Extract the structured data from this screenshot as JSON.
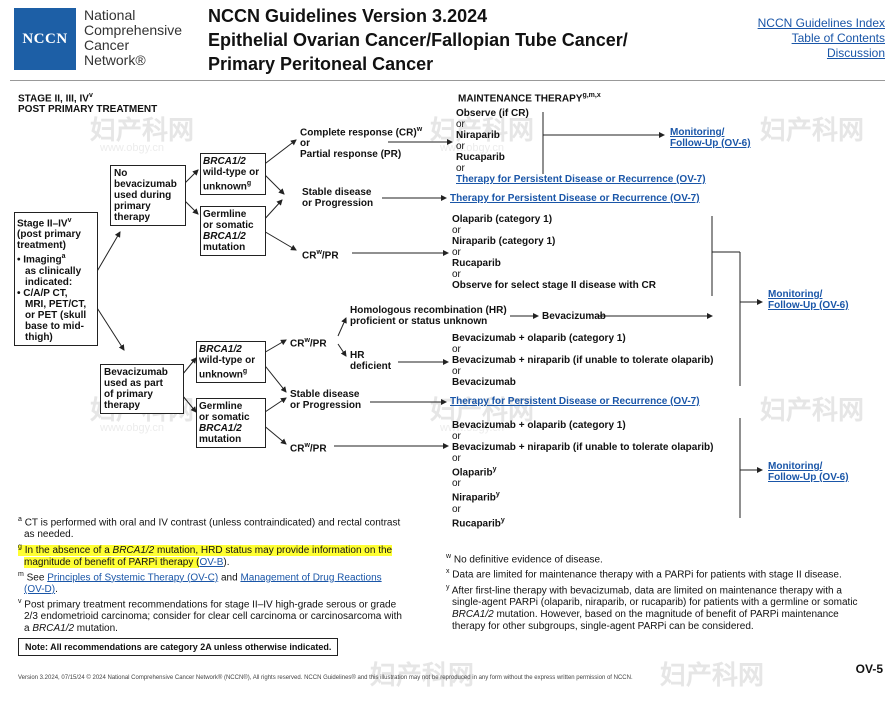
{
  "header": {
    "logo_abbrev": "NCCN",
    "logo_name": [
      "National",
      "Comprehensive",
      "Cancer",
      "Network®"
    ],
    "title_lines": [
      "NCCN Guidelines Version 3.2024",
      "Epithelial Ovarian Cancer/Fallopian Tube Cancer/",
      "Primary Peritoneal Cancer"
    ],
    "nav_links": [
      "NCCN Guidelines Index",
      "Table of Contents",
      "Discussion"
    ]
  },
  "section_headers": {
    "stage_line1": "STAGE II, III, IV",
    "stage_sup": "v",
    "stage_line2": "POST PRIMARY TREATMENT",
    "maint": "MAINTENANCE THERAPY",
    "maint_sup": "g,m,x"
  },
  "watermark": {
    "cn": "妇产科网",
    "url": "www.obgy.cn"
  },
  "diagram": {
    "stage_box": {
      "line1": "Stage II–IV",
      "line1_sup": "v",
      "lines": [
        "(post primary",
        "treatment)",
        "• Imaging",
        "as clinically",
        "indicated:",
        "• C/A/P CT,",
        "MRI, PET/CT,",
        "or PET (skull",
        "base to mid-",
        "thigh)"
      ],
      "imaging_sup": "a"
    },
    "no_bev": [
      "No",
      "bevacizumab",
      "used during",
      "primary",
      "therapy"
    ],
    "bev": [
      "Bevacizumab",
      "used as part",
      "of primary",
      "therapy"
    ],
    "wt1": {
      "l1": "BRCA1/2",
      "l2": "wild-type or",
      "l3": "unknown",
      "sup": "g"
    },
    "germ1": {
      "l1": "Germline",
      "l2": "or somatic",
      "l3": "BRCA1/2",
      "l4": "mutation"
    },
    "wt2": {
      "l1": "BRCA1/2",
      "l2": "wild-type or",
      "l3": "unknown",
      "sup": "g"
    },
    "germ2": {
      "l1": "Germline",
      "l2": "or somatic",
      "l3": "BRCA1/2",
      "l4": "mutation"
    },
    "cr_pr": {
      "l1": "Complete response (CR)",
      "sup": "w",
      "l2": "or",
      "l3": "Partial response (PR)"
    },
    "stable1": [
      "Stable disease",
      "or Progression"
    ],
    "crpr1": "CR",
    "crpr_sup": "w",
    "crpr_rest": "/PR",
    "crpr2": "CR",
    "crpr3": "CR",
    "stable2": [
      "Stable disease",
      "or Progression"
    ],
    "hr_prof": [
      "Homologous recombination (HR)",
      "proficient or status unknown"
    ],
    "hr_def": [
      "HR",
      "deficient"
    ],
    "opt1": [
      "Observe (if CR)",
      "or",
      "Niraparib",
      "or",
      "Rucaparib",
      "or"
    ],
    "opt1_link": "Therapy for Persistent Disease or Recurrence (OV-7)",
    "stable1_link": "Therapy for Persistent Disease or Recurrence (OV-7)",
    "opt2": [
      "Olaparib (category 1)",
      "or",
      "Niraparib (category 1)",
      "or",
      "Rucaparib",
      "or",
      "Observe for select stage II disease with CR"
    ],
    "bev_only": "Bevacizumab",
    "opt3": [
      "Bevacizumab + olaparib (category 1)",
      "or",
      "Bevacizumab + niraparib (if unable to tolerate olaparib)",
      "or",
      "Bevacizumab"
    ],
    "stable2_link": "Therapy for Persistent Disease or Recurrence (OV-7)",
    "opt4": [
      "Bevacizumab + olaparib (category 1)",
      "or",
      "Bevacizumab + niraparib (if unable to tolerate olaparib)",
      "or",
      "Olaparib",
      "or",
      "Niraparib",
      "or",
      "Rucaparib"
    ],
    "opt4_sup": "y",
    "monitor": [
      "Monitoring/",
      "Follow-Up (OV-6)"
    ]
  },
  "footnotes": {
    "a": {
      "mark": "a",
      "text1": "CT is performed with oral and IV contrast (unless contraindicated) and rectal contrast",
      "text2": "as needed."
    },
    "g": {
      "mark": "g",
      "pre": "In the absence of a ",
      "ital": "BRCA1/2",
      "post": " mutation, HRD status may provide information on the",
      "line2": "magnitude of benefit of PARPi therapy (",
      "link": "OV-B",
      "end": ")."
    },
    "m": {
      "mark": "m",
      "pre": "See ",
      "link1": "Principles of Systemic Therapy (OV-C)",
      "mid": " and ",
      "link2": "Management of Drug Reactions",
      "link3": "(OV-D)",
      "end": "."
    },
    "v": {
      "mark": "v",
      "lines": [
        "Post primary treatment recommendations for stage II–IV high-grade serous or grade",
        "2/3 endometrioid carcinoma; consider for clear cell carcinoma or carcinosarcoma with"
      ],
      "l3_pre": "a ",
      "l3_ital": "BRCA1/2",
      "l3_post": " mutation."
    },
    "w": {
      "mark": "w",
      "text": "No definitive evidence of disease."
    },
    "x": {
      "mark": "x",
      "text": "Data are limited for maintenance therapy with a PARPi for patients with stage II disease."
    },
    "y": {
      "mark": "y",
      "lines": [
        "After first-line therapy with bevacizumab, data are limited on maintenance therapy with a",
        "single-agent PARPi (olaparib, niraparib, or rucaparib) for patients with a germline or somatic"
      ],
      "l3_ital": "BRCA1/2",
      "l3_post": " mutation. However, based on the magnitude of benefit of PARPi maintenance",
      "l4": "therapy for other subgroups, single-agent PARPi can be considered."
    }
  },
  "note": "Note: All recommendations are category 2A unless otherwise indicated.",
  "copyright": "Version 3.2024, 07/15/24 © 2024 National Comprehensive Cancer Network® (NCCN®), All rights reserved. NCCN Guidelines® and this illustration may not be reproduced in any form without the express written permission of NCCN.",
  "page_id": "OV-5",
  "colors": {
    "nccn_blue": "#1d5fa6",
    "link": "#1a56a8",
    "highlight": "#ffff33"
  }
}
